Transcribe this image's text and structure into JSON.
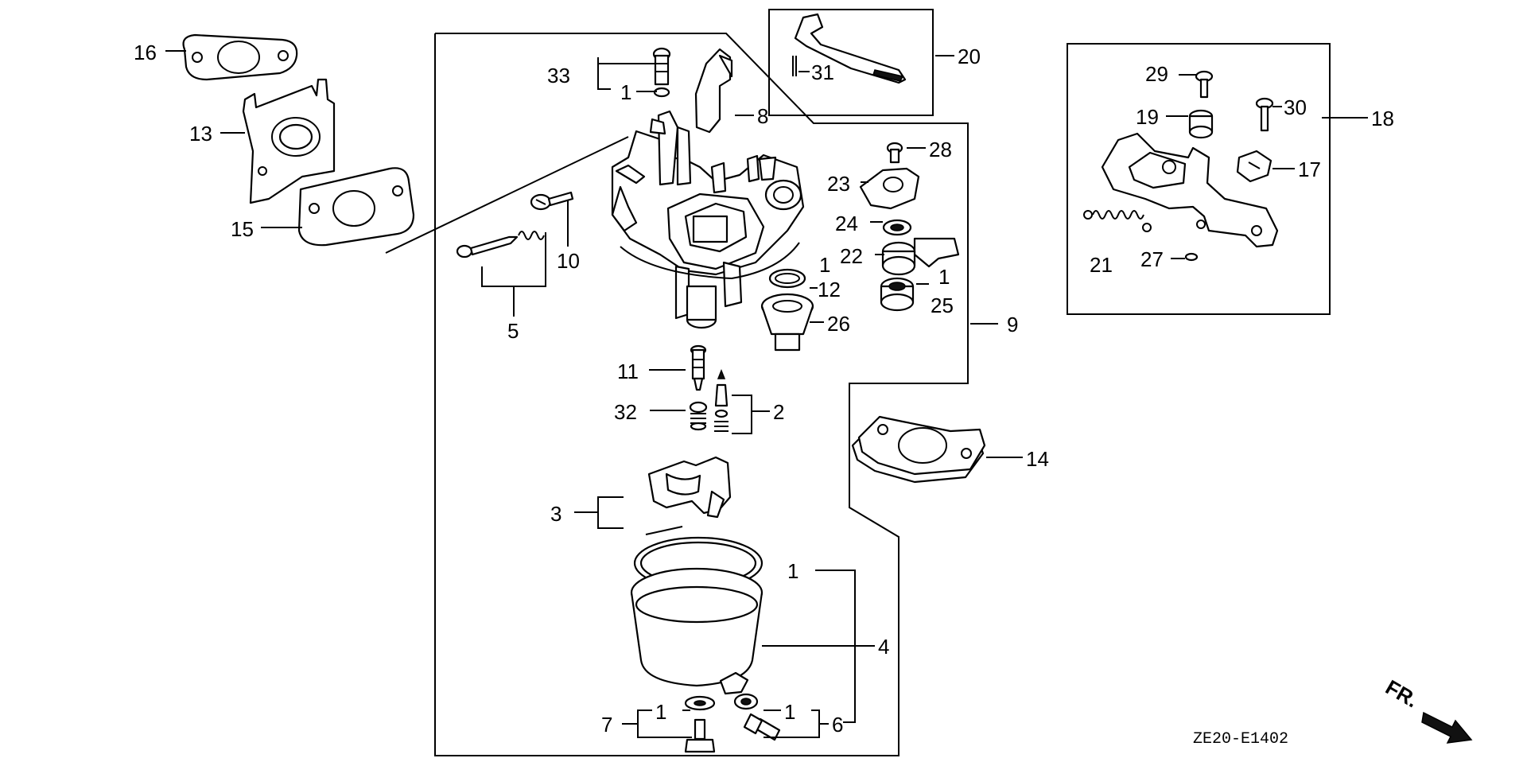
{
  "diagram_code": "ZE20-E1402",
  "direction_label": "FR.",
  "callouts": {
    "c1_a": "1",
    "c1_b": "1",
    "c1_c": "1",
    "c1_d": "1",
    "c1_e": "1",
    "c1_f": "1",
    "c2": "2",
    "c3": "3",
    "c4": "4",
    "c5": "5",
    "c6": "6",
    "c7": "7",
    "c8": "8",
    "c9": "9",
    "c10": "10",
    "c11": "11",
    "c12": "12",
    "c13": "13",
    "c14": "14",
    "c15": "15",
    "c16": "16",
    "c17": "17",
    "c18": "18",
    "c19": "19",
    "c20": "20",
    "c21": "21",
    "c22": "22",
    "c23": "23",
    "c24": "24",
    "c25": "25",
    "c26": "26",
    "c27": "27",
    "c28": "28",
    "c29": "29",
    "c30": "30",
    "c31": "31",
    "c32": "32",
    "c33": "33"
  },
  "icons": {
    "direction": "arrow-right-down-icon"
  }
}
